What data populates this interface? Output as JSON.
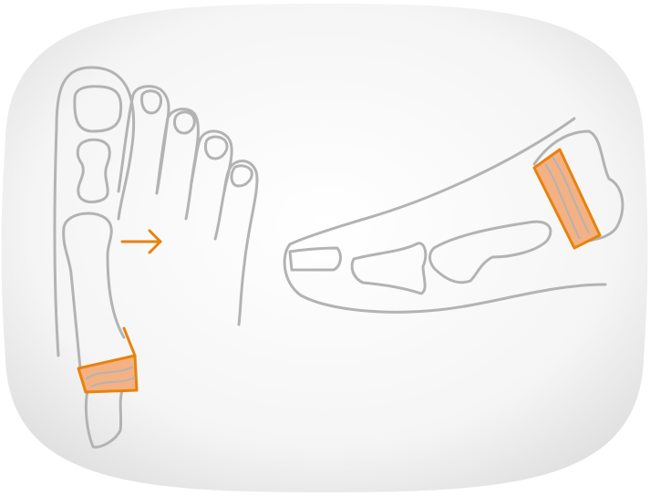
{
  "illustration": {
    "background_color": "#f1f1f1",
    "background_edge_color": "#d9d9d9",
    "outline_color": "#b3b3b3",
    "highlight_fill": "#f4b183",
    "highlight_stroke": "#e8820c",
    "arrow_color": "#e8820c",
    "views": [
      {
        "name": "foot-top-view",
        "highlight": "big-toe-metatarsal-osteotomy"
      },
      {
        "name": "foot-side-view",
        "highlight": "heel-bone-osteotomy"
      }
    ],
    "arrow_direction": "right"
  }
}
